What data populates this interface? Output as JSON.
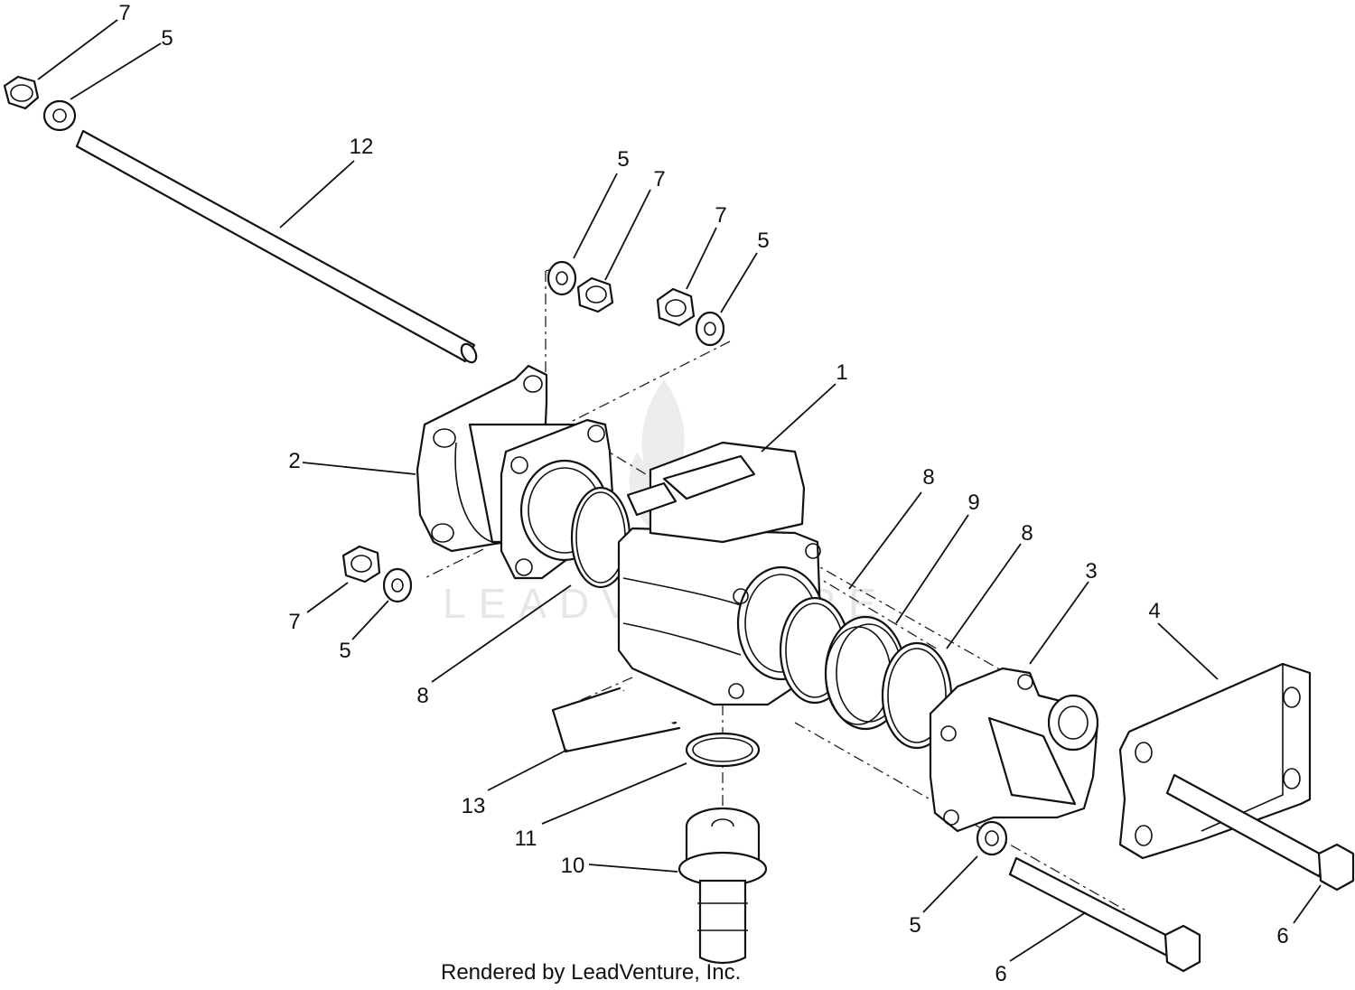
{
  "diagram": {
    "watermark": "LEADVENTURE",
    "footer": "Rendered by LeadVenture, Inc.",
    "callouts": {
      "c7_top_left": "7",
      "c5_top_left": "5",
      "c12": "12",
      "c5_mid_a": "5",
      "c7_mid_a": "7",
      "c7_mid_b": "7",
      "c5_mid_b": "5",
      "c1": "1",
      "c2": "2",
      "c8_a": "8",
      "c9": "9",
      "c8_b": "8",
      "c3": "3",
      "c4": "4",
      "c7_left": "7",
      "c5_left": "5",
      "c8_c": "8",
      "c13": "13",
      "c11": "11",
      "c10": "10",
      "c5_bottom": "5",
      "c6_bottom": "6",
      "c6_right": "6"
    }
  }
}
